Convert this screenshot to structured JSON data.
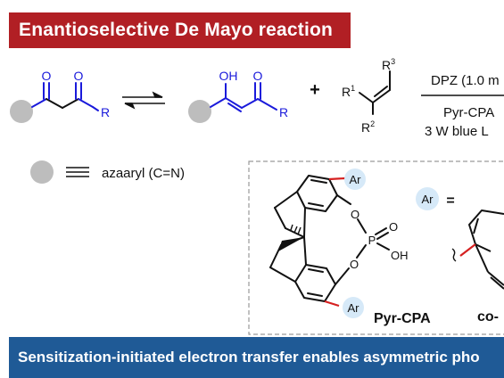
{
  "title": "Enantioselective De Mayo reaction",
  "footer": "Sensitization-initiated electron transfer enables asymmetric pho",
  "colors": {
    "title_bg": "#b11f24",
    "footer_bg": "#1f5a96",
    "carbonyl_blue": "#1a1adb",
    "bond_red": "#d52020",
    "substituent_grey": "#bdbdbd",
    "ar_circle": "#d6e9f8",
    "bond_black": "#111111"
  },
  "scheme": {
    "diketone": {
      "o1": "O",
      "o2": "O",
      "r": "R"
    },
    "enol": {
      "oh": "OH",
      "o": "O",
      "r": "R"
    },
    "plus": "+",
    "alkene": {
      "r1": "R",
      "r1_sup": "1",
      "r2": "R",
      "r2_sup": "2",
      "r3": "R",
      "r3_sup": "3"
    },
    "condition_above": "DPZ (1.0 m",
    "condition_below_1": "Pyr-CPA",
    "condition_below_2": "3 W blue L"
  },
  "legend": {
    "definition": "azaaryl (C=N)"
  },
  "catalyst": {
    "ar_top": "Ar",
    "ar_bottom": "Ar",
    "o_top": "O",
    "o_bottom": "O",
    "p": "P",
    "o_double": "O",
    "oh": "OH",
    "name": "Pyr-CPA",
    "ar_def": "Ar",
    "equals": "=",
    "co_label": "co-"
  }
}
